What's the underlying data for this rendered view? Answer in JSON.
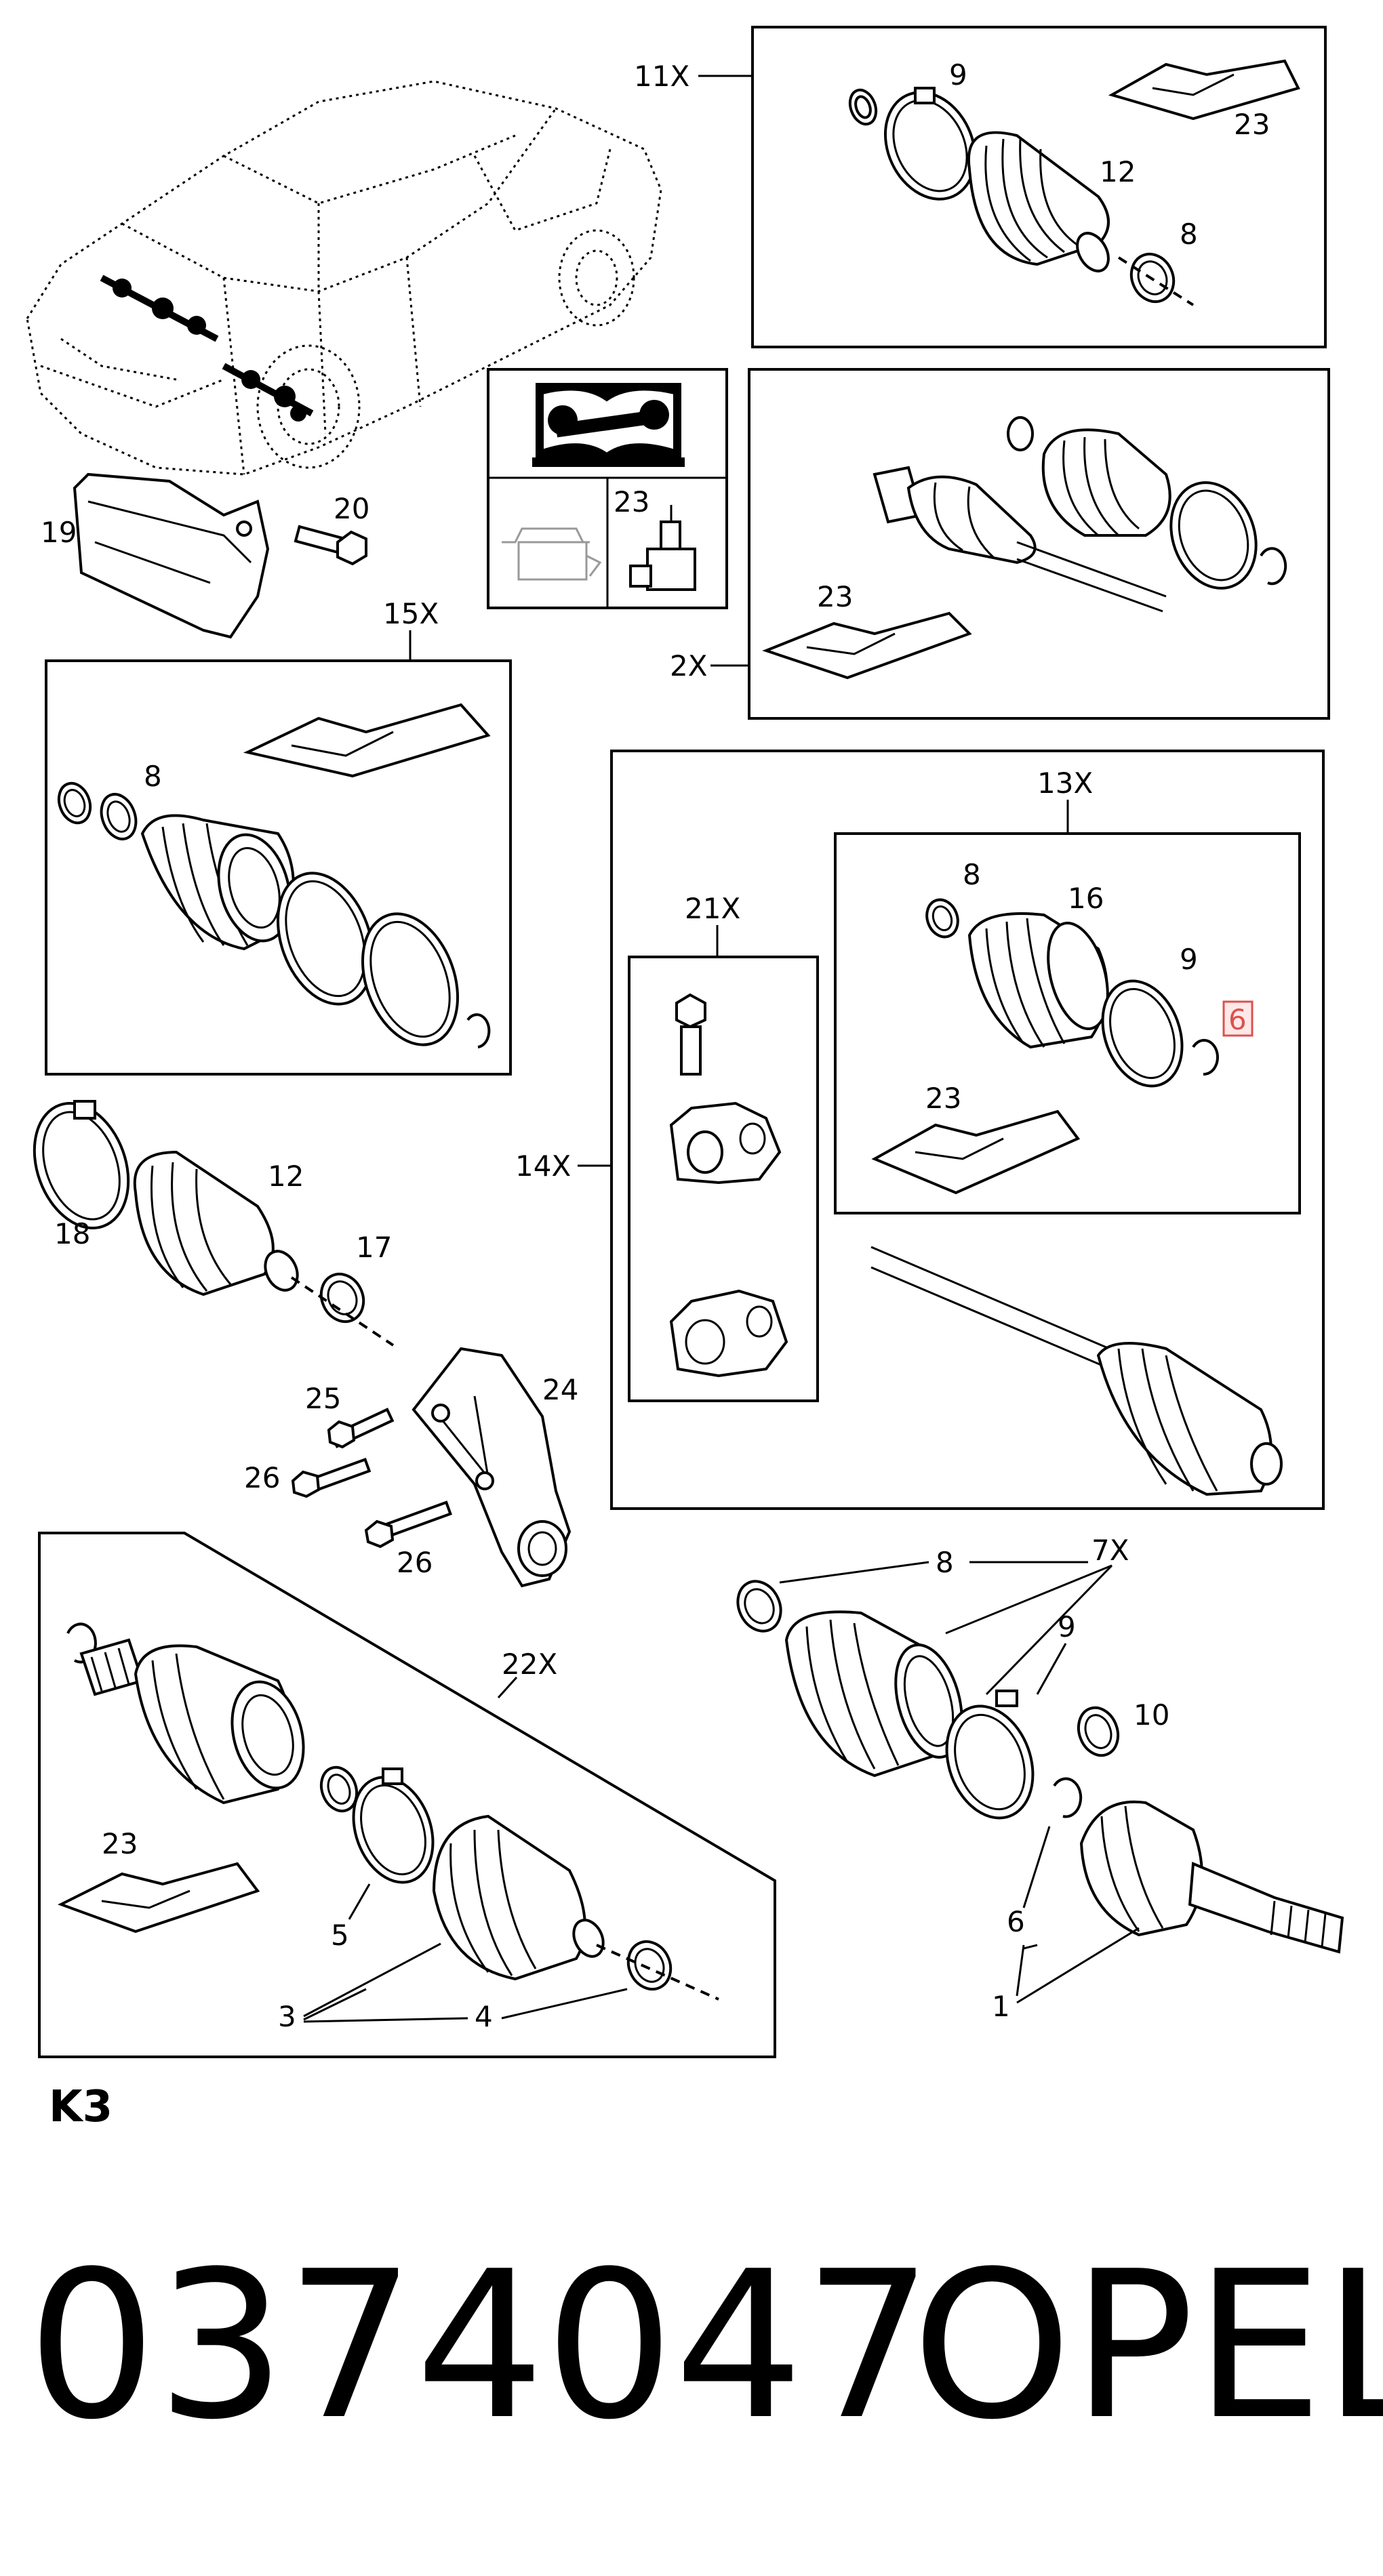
{
  "catalog": {
    "part_number": "0374047",
    "brand": "OPEL",
    "page_code": "K3"
  },
  "callouts": {
    "c11X": "11X",
    "c9a": "9",
    "c23a": "23",
    "c12a": "12",
    "c8a": "8",
    "c19": "19",
    "c20": "20",
    "c23tool": "23",
    "c2X": "2X",
    "c23b": "23",
    "c15X": "15X",
    "c8b": "8",
    "c13X": "13X",
    "c8c": "8",
    "c16": "16",
    "c9b": "9",
    "c6hl": "6",
    "c23c": "23",
    "c21X": "21X",
    "c14X": "14X",
    "c18": "18",
    "c12b": "12",
    "c17": "17",
    "c25": "25",
    "c24": "24",
    "c26a": "26",
    "c26b": "26",
    "c22X": "22X",
    "c23d": "23",
    "c5": "5",
    "c3": "3",
    "c4": "4",
    "c8d": "8",
    "c7X": "7X",
    "c9c": "9",
    "c10": "10",
    "c6": "6",
    "c1": "1"
  },
  "highlight": {
    "color": "#d9534f"
  }
}
